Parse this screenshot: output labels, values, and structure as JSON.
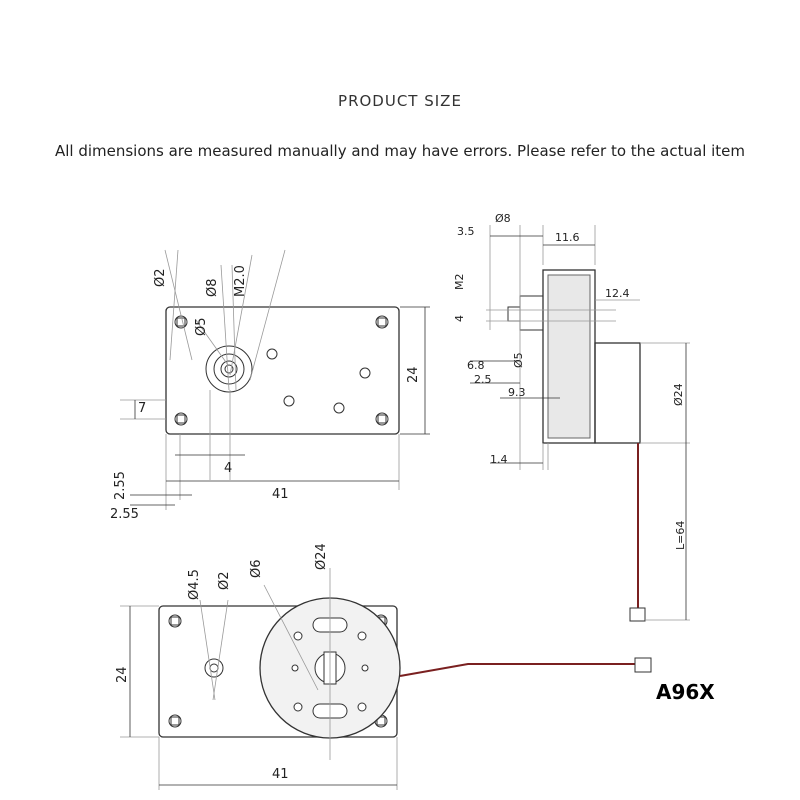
{
  "header": {
    "title": "PRODUCT SIZE",
    "subtitle": "All dimensions are measured manually and may have errors. Please refer to the actual item"
  },
  "model_code": "A96X",
  "front_view": {
    "labels": {
      "d2": "Ø2",
      "d8": "Ø8",
      "m2": "M2.0",
      "d5": "Ø5",
      "h24": "24",
      "v7": "7",
      "h4": "4",
      "v255": "2.55",
      "w41": "41",
      "h255": "2.55"
    }
  },
  "side_view": {
    "labels": {
      "d8": "Ø8",
      "d35": "3.5",
      "d116": "11.6",
      "m2": "M2",
      "d124": "12.4",
      "d4": "4",
      "d68": "6.8",
      "d5": "Ø5",
      "d25": "2.5",
      "d93": "9.3",
      "d24": "Ø24",
      "d14": "1.4",
      "l64": "L=64"
    }
  },
  "back_view": {
    "labels": {
      "d45": "Ø4.5",
      "d2": "Ø2",
      "d6": "Ø6",
      "d24": "Ø24",
      "h24": "24",
      "w41": "41"
    }
  }
}
